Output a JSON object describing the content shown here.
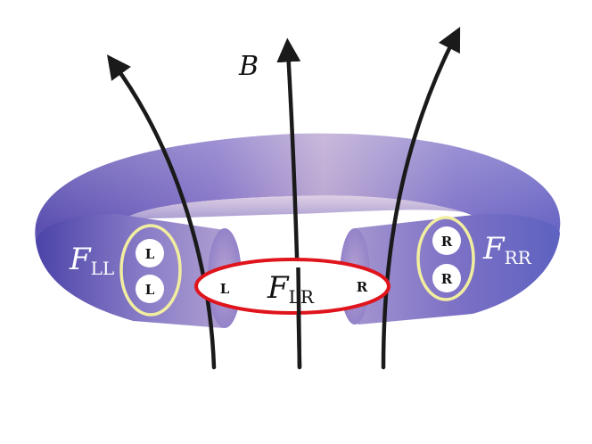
{
  "field": {
    "symbol": "B"
  },
  "groups": {
    "left": {
      "symbol": "F",
      "subscript": "LL",
      "particles": [
        "L",
        "L"
      ]
    },
    "center": {
      "symbol": "F",
      "subscript": "LR",
      "particles": [
        "L",
        "R"
      ]
    },
    "right": {
      "symbol": "F",
      "subscript": "RR",
      "particles": [
        "R",
        "R"
      ]
    }
  },
  "colors": {
    "torus_light": "#b9a8d8",
    "torus_mid": "#7a6cc4",
    "torus_dark": "#3f3a9a",
    "center_ring": "#e0141c",
    "side_ring": "#f4f0a0",
    "field_line": "#1a1a1a",
    "particle_fill": "#ffffff"
  }
}
